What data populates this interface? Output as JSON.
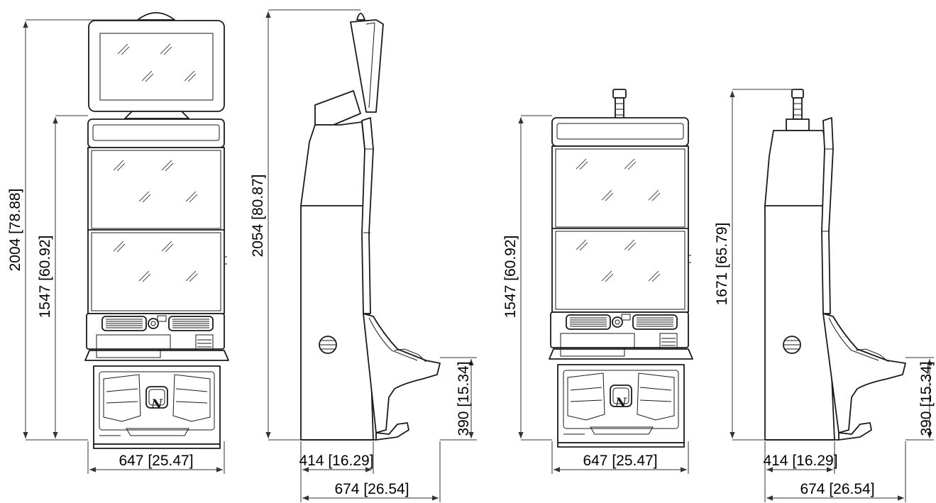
{
  "views": {
    "front_tall": {
      "height_total": "2004 [78.88]",
      "height_cabinet": "1547 [60.92]",
      "width": "647 [25.47]"
    },
    "side_tall": {
      "height_total": "2054 [80.87]",
      "height_deck": "390 [15.34]",
      "depth_base": "414 [16.29]",
      "depth_total": "674 [26.54]"
    },
    "front_short": {
      "height_cabinet": "1547 [60.92]",
      "width": "647 [25.47]"
    },
    "side_short": {
      "height_total": "1671 [65.79]",
      "height_deck": "390 [15.34]",
      "depth_base": "414 [16.29]",
      "depth_total": "674 [26.54]"
    }
  },
  "logo_glyph": "N",
  "colors": {
    "line": "#1a1a1a",
    "background": "#ffffff"
  }
}
